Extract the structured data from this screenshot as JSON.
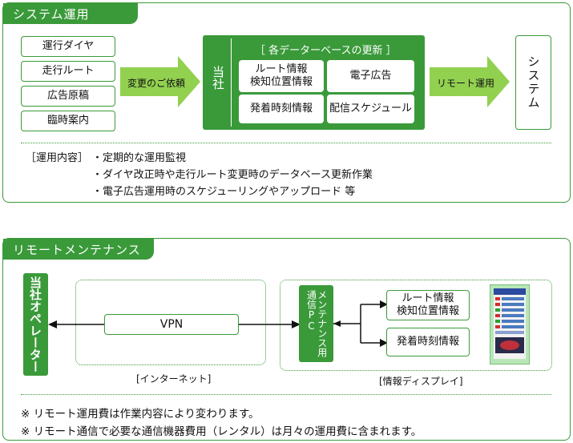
{
  "top": {
    "title": "システム運用",
    "requests": [
      "運行ダイヤ",
      "走行ルート",
      "広告原稿",
      "臨時案内"
    ],
    "arrow1_label": "変更のご依頼",
    "company": "当社",
    "db_title": "［ 各データーベースの更新 ］",
    "db_items": [
      "ルート情報\n検知位置情報",
      "電子広告",
      "発着時刻情報",
      "配信スケジュール"
    ],
    "arrow2_label": "リモート運用",
    "system": "システム",
    "ops_label": "［運用内容］",
    "ops": [
      "・定期的な運用監視",
      "・ダイヤ改正時や走行ルート変更時のデータベース更新作業",
      "・電子広告運用時のスケジューリングやアップロード 等"
    ]
  },
  "bottom": {
    "title": "リモートメンテナンス",
    "operator": "当社オペレーター",
    "vpn": "VPN",
    "internet_label": "[インターネット]",
    "pc": "メンテナンス用\n通信PC",
    "info_items": [
      "ルート情報\n検知位置情報",
      "発着時刻情報"
    ],
    "display_label": "[情報ディスプレイ]",
    "notes": [
      "※ リモート運用費は作業内容により変わります。",
      "※ リモート通信で必要な通信機器費用（レンタル）は月々の運用費に含まれます。"
    ]
  },
  "colors": {
    "green": "#3a9a3a",
    "light_green": "#92d050"
  }
}
